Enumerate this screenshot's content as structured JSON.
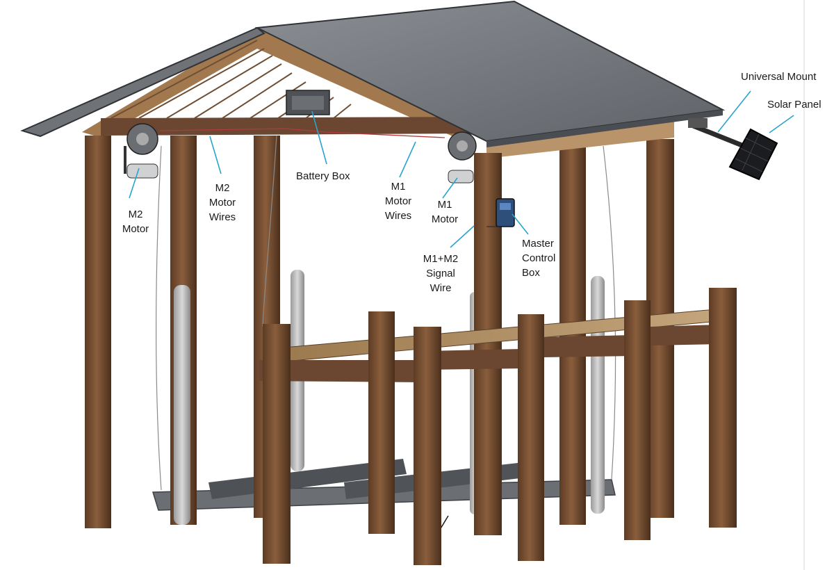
{
  "labels": {
    "universal_mount": "Universal Mount",
    "solar_panel": "Solar Panel",
    "battery_box": "Battery Box",
    "m2_motor": [
      "M2",
      "Motor"
    ],
    "m2_motor_wires": [
      "M2",
      "Motor",
      "Wires"
    ],
    "m1_motor_wires": [
      "M1",
      "Motor",
      "Wires"
    ],
    "m1_motor": [
      "M1",
      "Motor"
    ],
    "master_control_box": [
      "Master",
      "Control",
      "Box"
    ],
    "signal_wire": [
      "M1+M2",
      "Signal",
      "Wire"
    ]
  },
  "colors": {
    "leader": "#2aa3cf",
    "roof": "#6f7378",
    "wood": "#7a5134",
    "deck": "#b08a5e",
    "steel": "#5d6166"
  }
}
